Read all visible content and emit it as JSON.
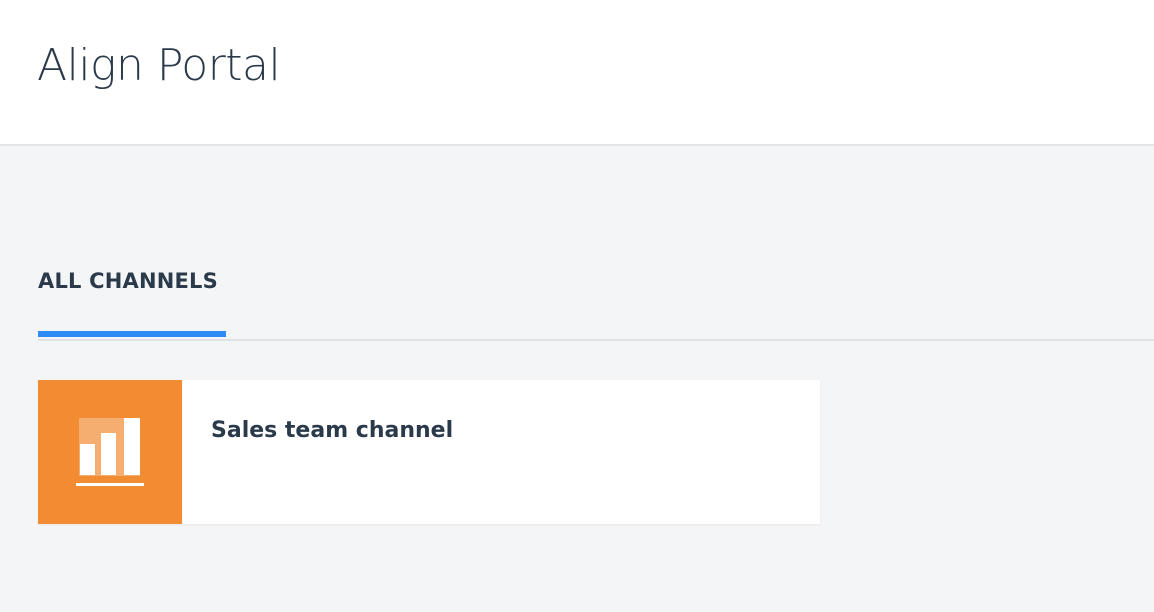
{
  "app": {
    "title": "Align Portal"
  },
  "tabs": [
    {
      "label": "ALL CHANNELS",
      "active": true
    }
  ],
  "channels": [
    {
      "name": "Sales team channel",
      "icon": "bar-chart-icon",
      "icon_bg_color": "#f28c33"
    }
  ],
  "colors": {
    "accent": "#2f8cf5",
    "text": "#2b3a4a",
    "background": "#f4f5f7"
  }
}
